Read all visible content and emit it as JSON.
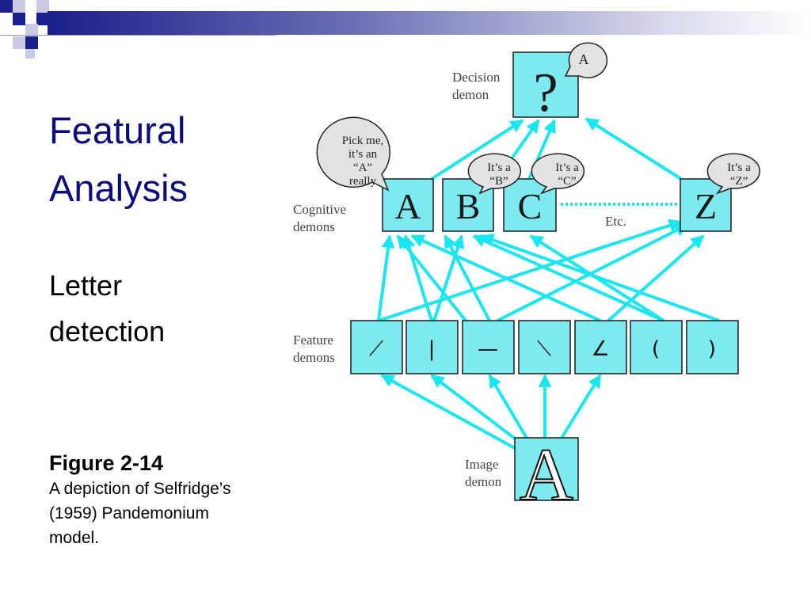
{
  "slide": {
    "title_lines": [
      "Featural",
      "Analysis"
    ],
    "subtitle_lines": [
      "Letter",
      "detection"
    ],
    "figure_label": "Figure 2-14",
    "figure_caption_lines": [
      "A depiction of Selfridge’s",
      "(1959) Pandemonium",
      "model."
    ]
  },
  "diagram": {
    "decision": {
      "label_lines": [
        "Decision",
        "demon"
      ],
      "symbol": "?",
      "bubble": "A"
    },
    "cognitive": {
      "label_lines": [
        "Cognitive",
        "demons"
      ],
      "letters": [
        "A",
        "B",
        "C",
        "Z"
      ],
      "etc_label": "Etc.",
      "bubble_a_lines": [
        "Pick me,",
        "it’s an",
        "“A”",
        "really"
      ],
      "bubble_b_lines": [
        "It’s a",
        "“B”"
      ],
      "bubble_c_lines": [
        "It’s a",
        "“C”"
      ],
      "bubble_z_lines": [
        "It’s a",
        "“Z”"
      ]
    },
    "feature": {
      "label_lines": [
        "Feature",
        "demons"
      ],
      "glyphs": [
        "⟋",
        "|",
        "—",
        "⟍",
        "∠",
        "(",
        ")"
      ]
    },
    "image": {
      "label_lines": [
        "Image",
        "demon"
      ],
      "symbol": "A"
    }
  },
  "colors": {
    "accent": "#0d0d7a",
    "box_fill": "#7fe9f0",
    "arrow": "#1ae6f0",
    "bubble": "#e2e2e2"
  }
}
